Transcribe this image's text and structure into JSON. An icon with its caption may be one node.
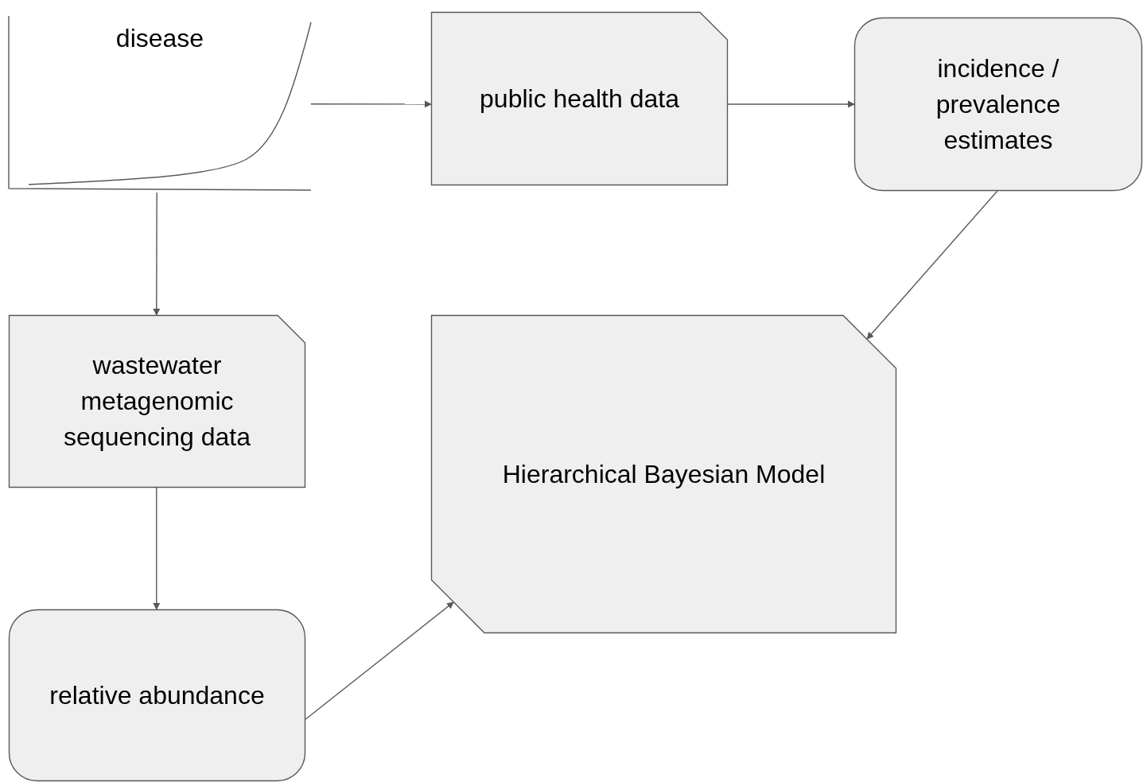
{
  "diagram": {
    "nodes": [
      {
        "text": [
          "disease"
        ]
      },
      {
        "text": [
          "public health data"
        ]
      },
      {
        "text": [
          "incidence / prevalence estimates"
        ]
      },
      {
        "text": [
          "wastewater metagenomic sequencing data"
        ]
      },
      {
        "text": [
          "relative abundance"
        ]
      },
      {
        "text": [
          "Hierarchical Bayesian Model"
        ]
      }
    ],
    "edges": [
      {
        "from": 0,
        "to": 1,
        "arrow": "to"
      },
      {
        "from": 1,
        "to": 2,
        "arrow": "to"
      },
      {
        "from": 0,
        "to": 3,
        "arrow": "to"
      },
      {
        "from": 3,
        "to": 4,
        "arrow": "to"
      },
      {
        "from": 2,
        "to": 5,
        "arrow": "to"
      },
      {
        "from": 4,
        "to": 5,
        "arrow": "to"
      }
    ]
  }
}
